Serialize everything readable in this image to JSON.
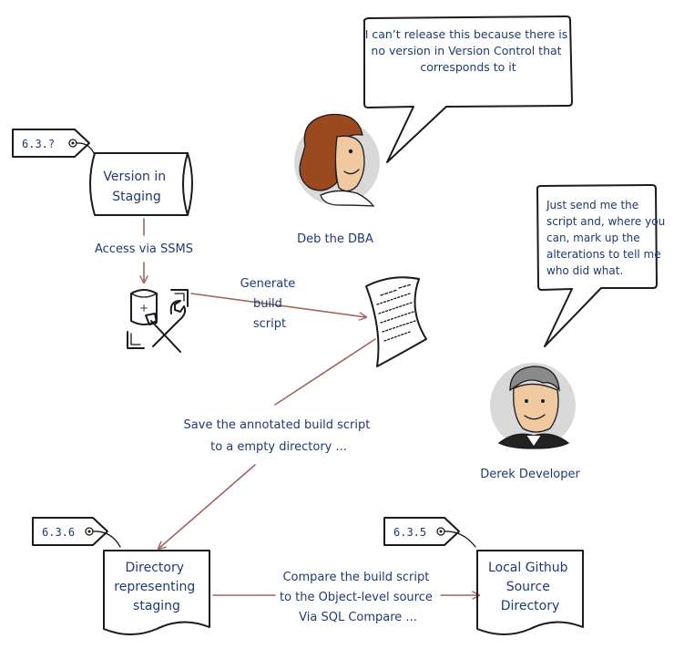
{
  "speech": {
    "deb_quote": [
      "I can’t release this because there is",
      "no version in Version Control that",
      "corresponds to it"
    ],
    "derek_quote": [
      "Just send me the",
      "script and, where you",
      "can,  mark up the",
      "alterations to tell me",
      "who did what."
    ]
  },
  "people": {
    "deb": "Deb the DBA",
    "derek": "Derek Developer"
  },
  "nodes": {
    "version_staging": [
      "Version in",
      "Staging"
    ],
    "directory_staging": [
      "Directory",
      "representing",
      "staging"
    ],
    "local_github": [
      "Local Github",
      "Source",
      "Directory"
    ]
  },
  "tags": {
    "staging_version": "6.3.?",
    "directory_version": "6.3.6",
    "github_version": "6.3.5"
  },
  "edges": {
    "access": "Access via SSMS",
    "generate": [
      "Generate",
      "build",
      "script"
    ],
    "save": [
      "Save the annotated build script",
      "to a empty directory ..."
    ],
    "compare": [
      "Compare the build script",
      "to the Object-level source",
      "Via SQL Compare ..."
    ]
  },
  "colors": {
    "text": "#1f3a73",
    "arrow": "#a0665e",
    "ink": "#1b1b1b",
    "avatar_bg": "#d9d9d9"
  }
}
